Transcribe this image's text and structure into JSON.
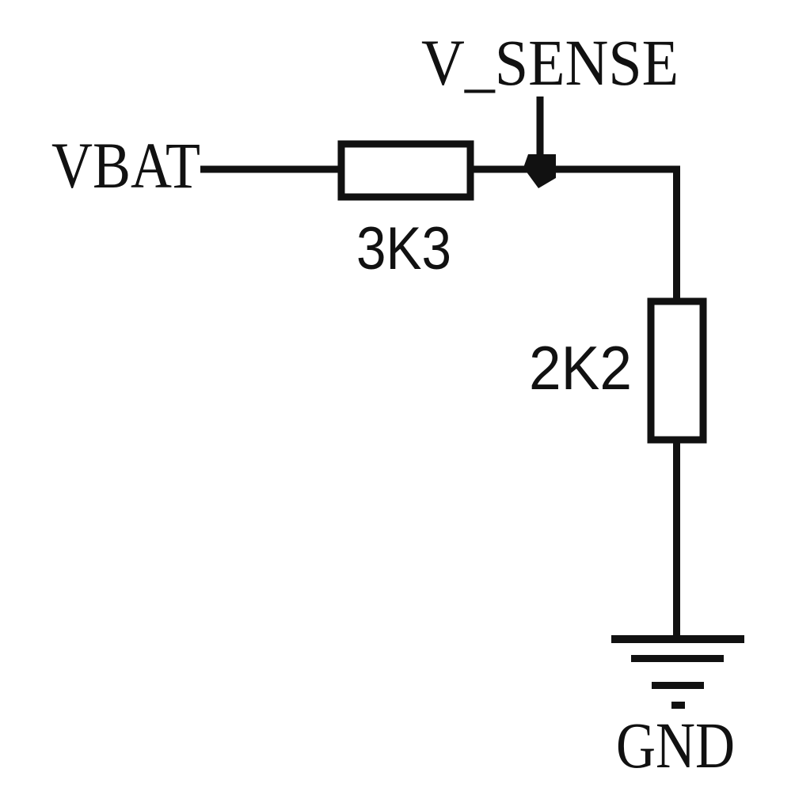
{
  "schematic": {
    "background_color": "#ffffff",
    "ink_color": "#111111",
    "labels": {
      "vbat": "VBAT",
      "v_sense": "V_SENSE",
      "gnd": "GND"
    },
    "resistors": [
      {
        "value": "3K3",
        "orientation": "horizontal"
      },
      {
        "value": "2K2",
        "orientation": "vertical"
      }
    ],
    "symbols": {
      "junction": "junction-node-arrowhead",
      "ground": "earth-ground"
    }
  }
}
